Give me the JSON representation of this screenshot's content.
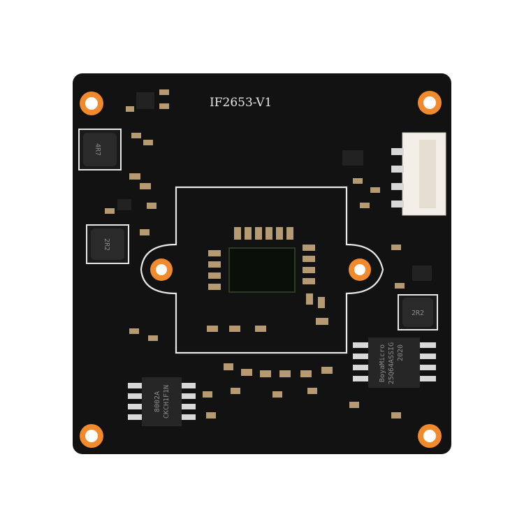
{
  "board": {
    "label": "IF2653-V1",
    "colors": {
      "board": "#111111",
      "silkscreen": "#e8e8e8",
      "hole_ring": "#f08a2c",
      "sensor": "#0b0f0a"
    }
  },
  "inductors": [
    {
      "marking": "4R7"
    },
    {
      "marking": "2R2"
    },
    {
      "marking": "2R2"
    }
  ],
  "flash_chip": {
    "line1": "BoyaMicro",
    "line2": "25Q64ASSIG",
    "line3": "2020"
  },
  "amp_chip": {
    "line1": "8002A",
    "line2": "CKCH1F1N"
  }
}
